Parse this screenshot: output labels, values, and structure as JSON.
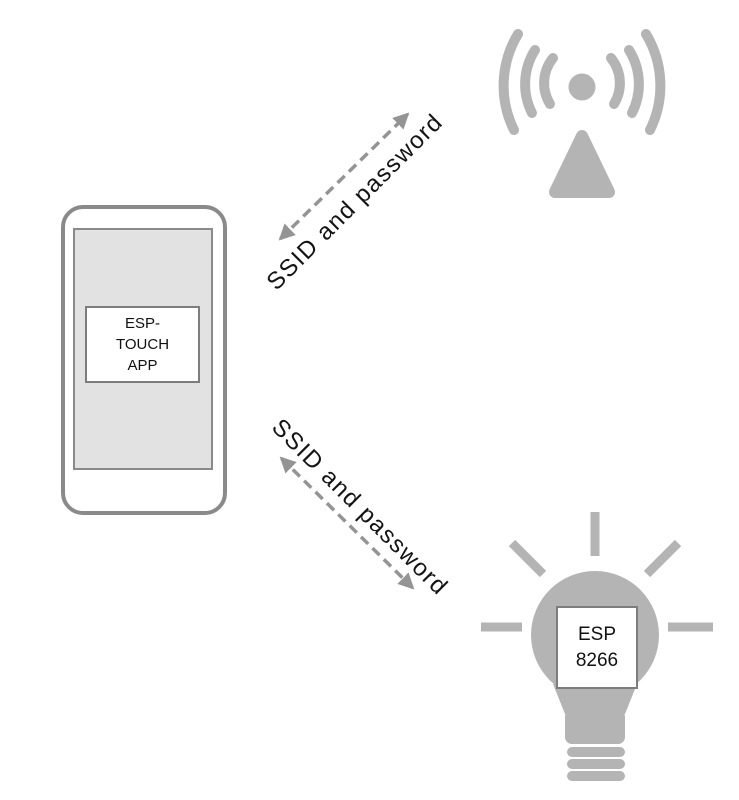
{
  "title": "ESP-TOUCH smart-config diagram",
  "colors": {
    "icon_gray": "#b4b4b4",
    "arrow_gray": "#949494",
    "outline_gray": "#8a8a8a",
    "box_border_gray": "#7d7d7d",
    "screen_gray": "#e2e2e2",
    "text": "#111111",
    "background": "#ffffff"
  },
  "phone": {
    "app_label": "ESP-\nTOUCH\nAPP"
  },
  "access_point": {
    "icon": "wifi-access-point-icon"
  },
  "device": {
    "icon": "light-bulb-icon",
    "chip_label": "ESP\n8266"
  },
  "links": [
    {
      "label": "SSID and password",
      "from": "phone",
      "to": "access-point",
      "style": "dashed-double-arrow"
    },
    {
      "label": "SSID and password",
      "from": "phone",
      "to": "esp8266-device",
      "style": "dashed-double-arrow"
    }
  ]
}
